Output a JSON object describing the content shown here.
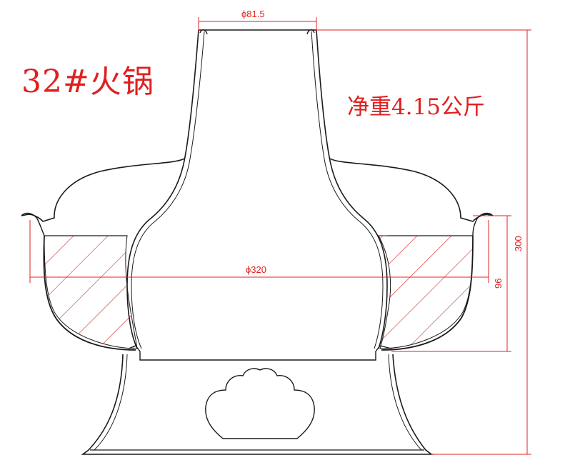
{
  "drawing": {
    "title": "32#火锅",
    "weight_note": "净重4.15公斤"
  },
  "dimensions": {
    "chimney_diameter": "ϕ81.5",
    "body_diameter": "ϕ320",
    "total_height": "300",
    "water_depth": "96"
  },
  "colors": {
    "outline": "#1a1a1a",
    "annotation": "#e02020"
  }
}
